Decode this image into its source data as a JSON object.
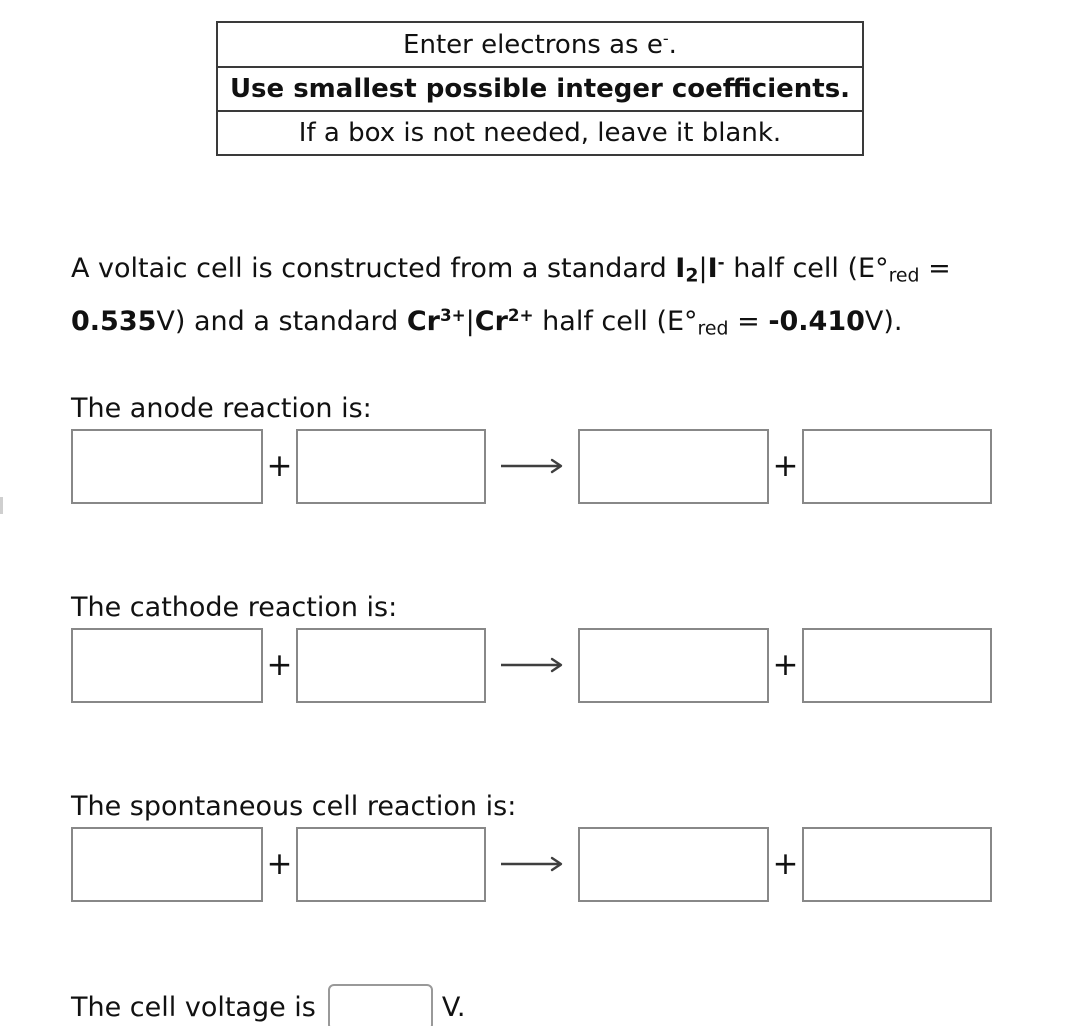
{
  "instructions": {
    "rows": [
      {
        "segments": [
          {
            "t": "Enter electrons as e"
          },
          {
            "t": "-",
            "v": "sup"
          },
          {
            "t": "."
          }
        ]
      },
      {
        "segments": [
          {
            "t": "Use smallest possible integer coefficients.",
            "b": true
          }
        ]
      },
      {
        "segments": [
          {
            "t": "If a box is not needed, leave it blank."
          }
        ]
      }
    ]
  },
  "problem": {
    "segments": [
      {
        "t": "A voltaic cell is constructed from a standard "
      },
      {
        "t": "I",
        "b": true
      },
      {
        "t": "2",
        "b": true,
        "v": "sub"
      },
      {
        "t": "|"
      },
      {
        "t": "I",
        "b": true
      },
      {
        "t": "-",
        "b": true,
        "v": "sup"
      },
      {
        "t": " half cell (E°"
      },
      {
        "t": "red",
        "v": "sub"
      },
      {
        "t": " = "
      },
      {
        "br": true
      },
      {
        "t": "0.535",
        "b": true
      },
      {
        "t": "V) and a standard "
      },
      {
        "t": "Cr",
        "b": true
      },
      {
        "t": "3+",
        "b": true,
        "v": "sup"
      },
      {
        "t": "|"
      },
      {
        "t": "Cr",
        "b": true
      },
      {
        "t": "2+",
        "b": true,
        "v": "sup"
      },
      {
        "t": " half cell (E°"
      },
      {
        "t": "red",
        "v": "sub"
      },
      {
        "t": " = "
      },
      {
        "t": "-0.410",
        "b": true
      },
      {
        "t": "V)."
      }
    ]
  },
  "sections": [
    {
      "label": "The anode reaction is:",
      "plus": "+",
      "boxes": [
        "",
        "",
        "",
        ""
      ]
    },
    {
      "label": "The cathode reaction is:",
      "plus": "+",
      "boxes": [
        "",
        "",
        "",
        ""
      ]
    },
    {
      "label": "The spontaneous cell reaction is:",
      "plus": "+",
      "boxes": [
        "",
        "",
        "",
        ""
      ]
    }
  ],
  "voltage": {
    "label": "The cell voltage is",
    "value": "",
    "unit": "V."
  },
  "icons": {
    "arrow": "long-right-arrow"
  },
  "colors": {
    "background": "#ffffff",
    "text": "#111111",
    "table_border": "#3a3a3a",
    "box_border": "#888888",
    "voltage_box_border": "#999999",
    "arrow": "#3f3f3f"
  }
}
